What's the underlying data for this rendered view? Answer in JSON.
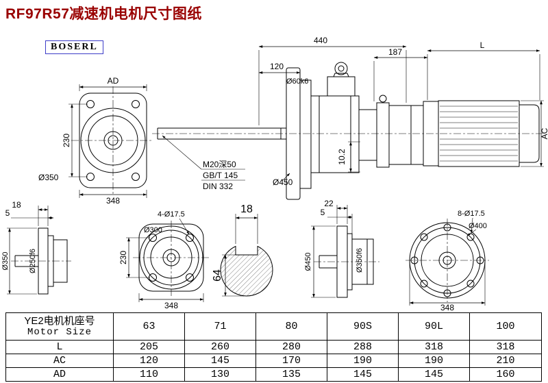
{
  "title": "RF97R57减速机电机尺寸图纸",
  "brand": "BOSERL",
  "front_view": {
    "ad": "AD",
    "h230": "230",
    "d350": "Ø350",
    "w348": "348"
  },
  "main_view": {
    "w440": "440",
    "w120": "120",
    "w187": "187",
    "len": "L",
    "shaft": "Ø60k6",
    "tap": "M20深50",
    "std1": "GB/T 145",
    "std2": "DIN 332",
    "flange": "Ø450",
    "key": "10.2",
    "ac": "AC"
  },
  "out_side_view": {
    "t18": "18",
    "t5": "5",
    "d350": "Ø350",
    "d250": "Ø250f6"
  },
  "out_flange_view": {
    "holes": "4-Ø17.5",
    "d300": "Ø300",
    "h230": "230",
    "w348": "348"
  },
  "shaft_section": {
    "kw": "18",
    "kh": "64"
  },
  "in_side_view": {
    "t22": "22",
    "t5": "5",
    "d450": "Ø450",
    "d350": "Ø350f6"
  },
  "in_flange_view": {
    "holes": "8-Ø17.5",
    "d400": "Ø400",
    "w348": "348"
  },
  "table": {
    "header_cn": "YE2电机机座号",
    "header_en": "Motor Size",
    "sizes": [
      "63",
      "71",
      "80",
      "90S",
      "90L",
      "100"
    ],
    "rows": [
      {
        "label": "L",
        "values": [
          "205",
          "260",
          "280",
          "288",
          "318",
          "318"
        ]
      },
      {
        "label": "AC",
        "values": [
          "120",
          "145",
          "170",
          "190",
          "190",
          "210"
        ]
      },
      {
        "label": "AD",
        "values": [
          "110",
          "130",
          "135",
          "145",
          "145",
          "160"
        ]
      }
    ]
  }
}
